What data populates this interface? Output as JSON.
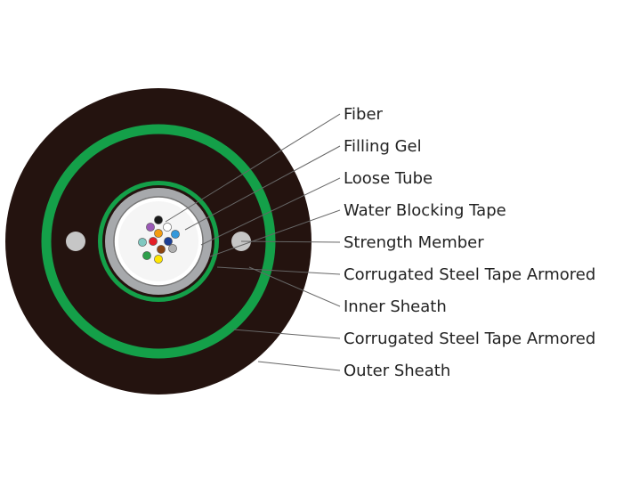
{
  "diagram": {
    "labels": [
      "Fiber",
      "Filling Gel",
      "Loose Tube",
      "Water Blocking Tape",
      "Strength Member",
      "Corrugated Steel Tape Armored",
      "Inner Sheath",
      "Corrugated Steel Tape Armored",
      "Outer Sheath"
    ],
    "colors": {
      "sheath": "#24130f",
      "armor_green": "#14a049",
      "tube_gray": "#a7a9ac",
      "gel": "#f5f5f5",
      "strength_member": "#c6c6c6",
      "leader_line": "#666666"
    },
    "fiber_colors": [
      "#1a1a1a",
      "#ffffff",
      "#9b59b6",
      "#f39c12",
      "#3498db",
      "#7fc8c0",
      "#e41e26",
      "#1c3f94",
      "#b0b0b0",
      "#8b4513",
      "#2e9e4a",
      "#ffe600"
    ]
  }
}
